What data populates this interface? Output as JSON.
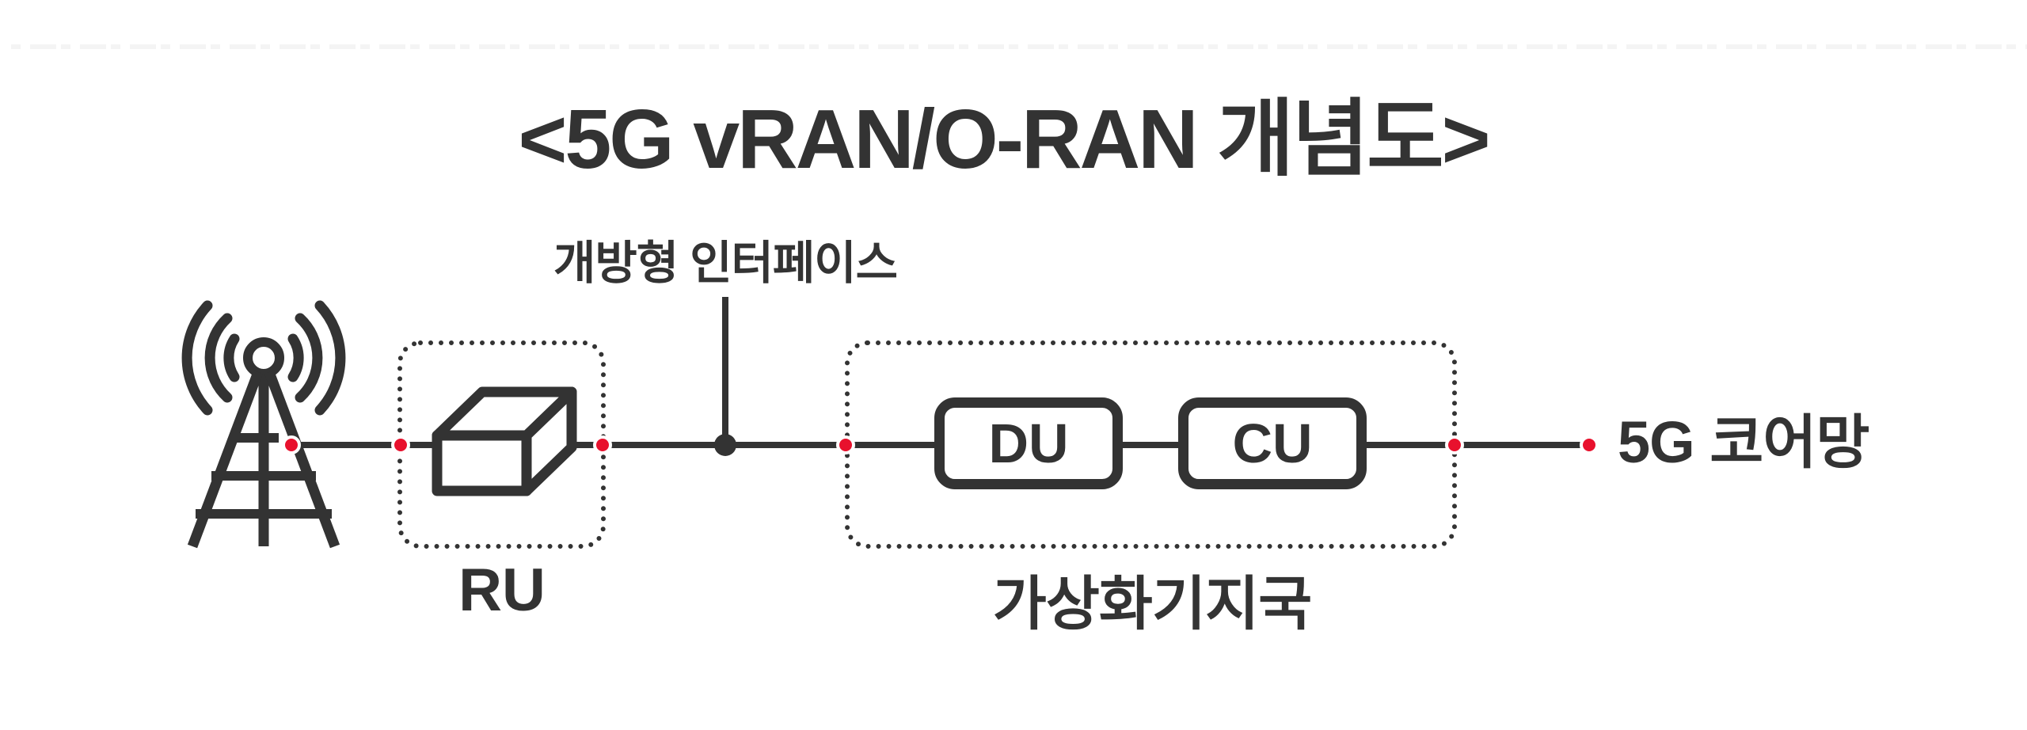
{
  "title": "<5G vRAN/O-RAN 개념도>",
  "labels": {
    "open_interface": "개방형 인터페이스",
    "ru": "RU",
    "du": "DU",
    "cu": "CU",
    "virtualized_base_station": "가상화기지국",
    "core_network": "5G 코어망"
  },
  "icons": {
    "antenna": "antenna-tower-icon",
    "radio_unit": "radio-unit-3d-box-icon",
    "red_dot": "connection-dot-red",
    "junction_dot": "open-interface-junction-dot"
  },
  "colors": {
    "ink": "#333333",
    "accent_red": "#e8112d",
    "background": "#ffffff"
  }
}
